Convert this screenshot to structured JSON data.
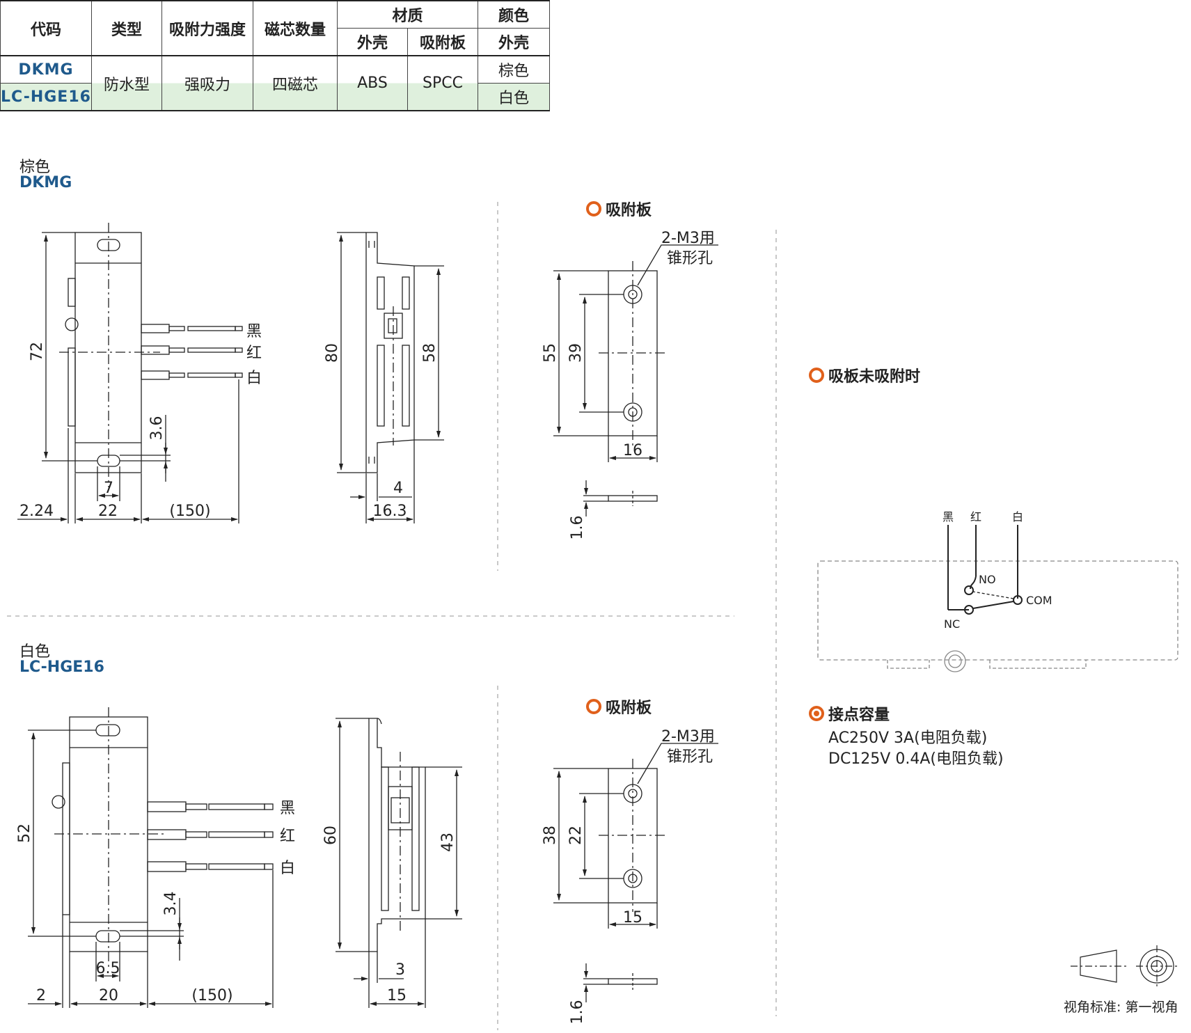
{
  "table": {
    "headers": {
      "code": "代码",
      "type": "类型",
      "strength": "吸附力强度",
      "cores": "磁芯数量",
      "material": "材质",
      "material_shell": "外壳",
      "material_plate": "吸附板",
      "color": "颜色",
      "color_shell": "外壳"
    },
    "rows": [
      {
        "code": "DKMG",
        "color": "棕色"
      },
      {
        "code": "LC-HGE16",
        "color": "白色"
      }
    ],
    "shared": {
      "type": "防水型",
      "strength": "强吸力",
      "cores": "四磁芯",
      "shell": "ABS",
      "plate": "SPCC"
    }
  },
  "section_top": {
    "color": "棕色",
    "code": "DKMG",
    "plate_title": "吸附板",
    "hole_label_1": "2-M3用",
    "hole_label_2": "锥形孔",
    "wire_black": "黑",
    "wire_red": "红",
    "wire_white": "白",
    "dims": {
      "h72": "72",
      "d36": "3.6",
      "d7": "7",
      "d224": "2.24",
      "d22": "22",
      "d150": "(150)",
      "h80": "80",
      "h58": "58",
      "d4": "4",
      "d163": "16.3",
      "h55": "55",
      "h39": "39",
      "d16": "16",
      "d16t": "1.6"
    }
  },
  "section_bottom": {
    "color": "白色",
    "code": "LC-HGE16",
    "plate_title": "吸附板",
    "hole_label_1": "2-M3用",
    "hole_label_2": "锥形孔",
    "wire_black": "黑",
    "wire_red": "红",
    "wire_white": "白",
    "dims": {
      "h52": "52",
      "d34": "3.4",
      "d65": "6.5",
      "d2": "2",
      "d20": "20",
      "d150": "(150)",
      "h60": "60",
      "h43": "43",
      "d3": "3",
      "d15": "15",
      "h38": "38",
      "h22": "22",
      "d15p": "15",
      "d16t": "1.6"
    }
  },
  "circuit": {
    "title": "吸板未吸附时",
    "black": "黑",
    "red": "红",
    "white": "白",
    "no": "NO",
    "com": "COM",
    "nc": "NC"
  },
  "rating": {
    "title": "接点容量",
    "line1": "AC250V  3A(电阻负载)",
    "line2": "DC125V  0.4A(电阻负载)"
  },
  "projection": {
    "label": "视角标准: 第一视角"
  },
  "colors": {
    "code_blue": "#1f5a8c",
    "bullet_orange": "#e0601b",
    "row_green": "#dff0dd"
  }
}
